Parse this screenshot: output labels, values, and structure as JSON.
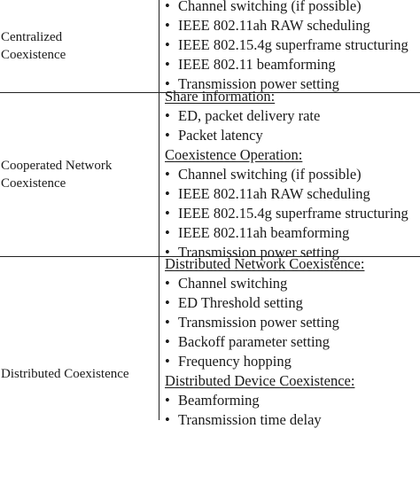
{
  "rows": [
    {
      "label": "Centralized Coexistence",
      "label_lines": [
        "Centralized",
        "Coexistence"
      ],
      "items": [
        {
          "kind": "bullet",
          "text": "Channel switching (if possible)"
        },
        {
          "kind": "bullet",
          "text": "IEEE 802.11ah RAW scheduling"
        },
        {
          "kind": "bullet",
          "text": "IEEE 802.15.4g superframe structuring"
        },
        {
          "kind": "bullet",
          "text": "IEEE 802.11 beamforming"
        },
        {
          "kind": "bullet",
          "text": "Transmission power setting"
        }
      ]
    },
    {
      "label": "Cooperated Network Coexistence",
      "label_lines": [
        "Cooperated Network",
        "Coexistence"
      ],
      "items": [
        {
          "kind": "heading",
          "text": "Share information:"
        },
        {
          "kind": "bullet",
          "text": "ED, packet delivery rate"
        },
        {
          "kind": "bullet",
          "text": "Packet latency"
        },
        {
          "kind": "heading",
          "text": "Coexistence Operation:"
        },
        {
          "kind": "bullet",
          "text": "Channel switching (if possible)"
        },
        {
          "kind": "bullet",
          "text": "IEEE 802.11ah RAW scheduling"
        },
        {
          "kind": "bullet",
          "text": "IEEE 802.15.4g superframe structuring"
        },
        {
          "kind": "bullet",
          "text": "IEEE 802.11ah beamforming"
        },
        {
          "kind": "bullet",
          "text": "Transmission power setting"
        }
      ]
    },
    {
      "label": "Distributed Coexistence",
      "label_lines": [
        "Distributed Coexistence"
      ],
      "items": [
        {
          "kind": "heading",
          "text": "Distributed Network Coexistence:"
        },
        {
          "kind": "bullet",
          "text": "Channel switching"
        },
        {
          "kind": "bullet",
          "text": "ED Threshold setting"
        },
        {
          "kind": "bullet",
          "text": "Transmission power setting"
        },
        {
          "kind": "bullet",
          "text": "Backoff parameter setting"
        },
        {
          "kind": "bullet",
          "text": "Frequency hopping"
        },
        {
          "kind": "heading",
          "text": "Distributed Device Coexistence:"
        },
        {
          "kind": "bullet",
          "text": "Beamforming"
        },
        {
          "kind": "bullet",
          "text": "Transmission time delay"
        }
      ]
    }
  ]
}
